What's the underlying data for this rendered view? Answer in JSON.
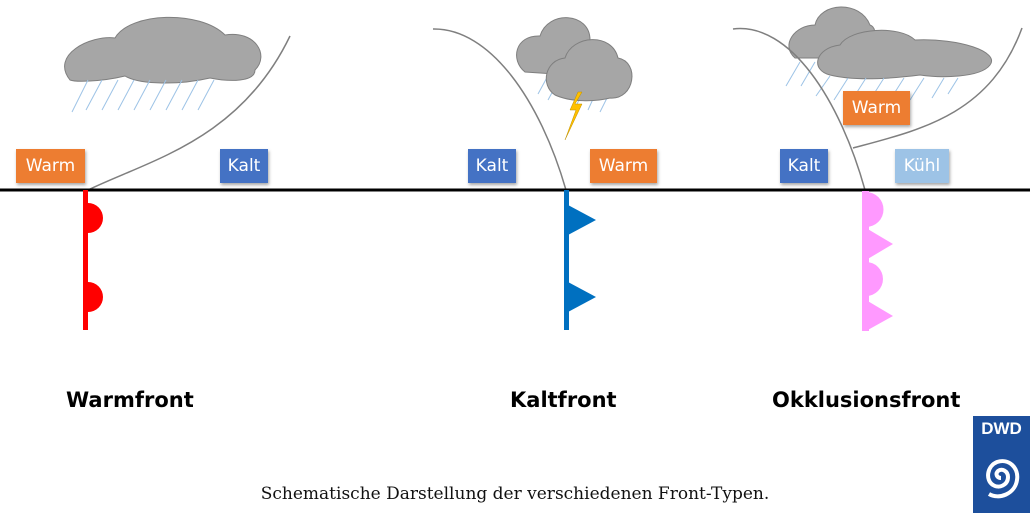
{
  "diagram": {
    "caption": "Schematische Darstellung der verschiedenen Front-Typen.",
    "logo_text": "DWD",
    "colors": {
      "warm": "#ed7d31",
      "kalt": "#4472c4",
      "kuehl": "#9dc3e6",
      "warmfront": "#ff0000",
      "kaltfront": "#0070c0",
      "okklusionsfront": "#ff99ff",
      "cloud": "#a6a6a6",
      "rain": "#9dc3e6",
      "lightning": "#ffc000"
    },
    "panels": [
      {
        "title": "Warmfront",
        "labels": [
          "Warm",
          "Kalt"
        ]
      },
      {
        "title": "Kaltfront",
        "labels": [
          "Kalt",
          "Warm"
        ]
      },
      {
        "title": "Okklusionsfront",
        "labels": [
          "Warm",
          "Kalt",
          "Kühl"
        ]
      }
    ]
  }
}
